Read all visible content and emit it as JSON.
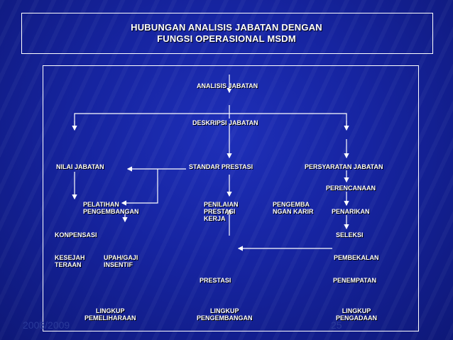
{
  "slide": {
    "title_line1": "HUBUNGAN ANALISIS JABATAN DENGAN",
    "title_line2": "FUNGSI OPERASIONAL MSDM"
  },
  "nodes": {
    "analisis_jabatan": "ANALISIS JABATAN",
    "deskripsi_jabatan": "DESKRIPSI JABATAN",
    "nilai_jabatan": "NILAI JABATAN",
    "standar_prestasi": "STANDAR PRESTASI",
    "persyaratan_jabatan": "PERSYARATAN JABATAN",
    "perencanaan": "PERENCANAAN",
    "pelatihan_pengembangan": "PELATIHAN\nPENGEMBANGAN",
    "penilaian_prestasi_kerja": "PENILAIAN\nPRESTASI\nKERJA",
    "pengembangan_karir": "PENGEMBA\nNGAN KARIR",
    "penarikan": "PENARIKAN",
    "konpensasi": "KONPENSASI",
    "seleksi": "SELEKSI",
    "kesejahteraan": "KESEJAH\nTERAAN",
    "upah_gaji_insentif": "UPAH/GAJI\nINSENTIF",
    "pembekalan": "PEMBEKALAN",
    "prestasi": "PRESTASI",
    "penempatan": "PENEMPATAN",
    "lingkup_pemeliharaan": "LINGKUP\nPEMELIHARAAN",
    "lingkup_pengembangan": "LINGKUP\nPENGEMBANGAN",
    "lingkup_pengadaan": "LINGKUP\nPENGADAAN"
  },
  "footer": {
    "year": "2008/2009",
    "page": "25"
  },
  "colors": {
    "background": "#1624a0",
    "text": "#ffffff",
    "lines": "#ffffff"
  }
}
